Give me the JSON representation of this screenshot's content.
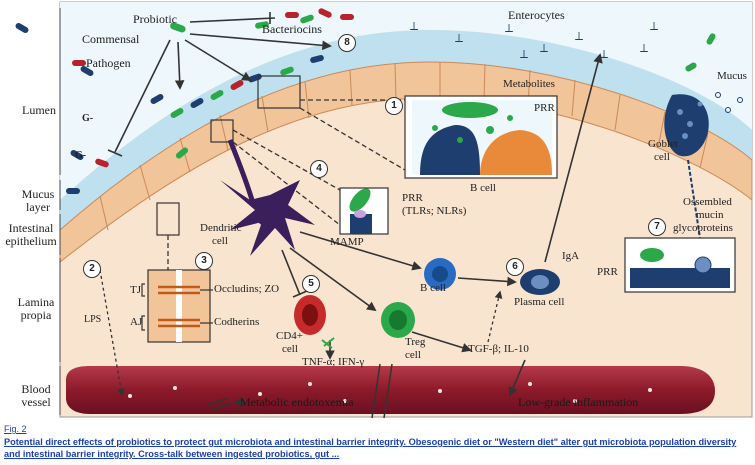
{
  "zones": {
    "lumen": "Lumen",
    "mucus_layer_1": "Mucus",
    "mucus_layer_2": "layer",
    "intestinal_epithelium_1": "Intestinal",
    "intestinal_epithelium_2": "epithelium",
    "lamina_propria_1": "Lamina",
    "lamina_propria_2": "propia",
    "blood_vessel_1": "Blood",
    "blood_vessel_2": "vessel"
  },
  "labels": {
    "probiotic": "Probiotic",
    "commensal": "Commensal",
    "pathogen": "Pathogen",
    "bacteriocins": "Bacteriocins",
    "enterocytes": "Enterocytes",
    "mucus": "Mucus",
    "metabolites": "Metabolites",
    "prr": "PRR",
    "b_cell_box": "B cell",
    "goblet_1": "Goblet",
    "goblet_2": "cell",
    "prr_tlrs_1": "PRR",
    "prr_tlrs_2": "(TLRs; NLRs)",
    "mamp": "MAMP",
    "dendritic_1": "Dendritic",
    "dendritic_2": "cell",
    "ossembled_1": "Ossembled",
    "ossembled_2": "mucin",
    "ossembled_3": "glycoproteins",
    "prr_mucin": "PRR",
    "tj": "TJ",
    "aj": "AJ",
    "occludins": "Occludins; ZO",
    "codherins": "Codherins",
    "lps": "LPS",
    "b_cell": "B cell",
    "iga": "IgA",
    "plasma_cell": "Plasma cell",
    "cd4_1": "CD4+",
    "cd4_2": "cell",
    "treg_1": "Treg",
    "treg_2": "cell",
    "tgf": "TGF-β; IL-10",
    "tnf": "TNF-α; IFN-γ",
    "metabolic_endotoxemia": "Metabolic endotoxemia",
    "low_grade": "Low-grade inflammation",
    "g_minus_1": "G-",
    "g_minus_2": "G-"
  },
  "markers": [
    "1",
    "2",
    "3",
    "4",
    "5",
    "6",
    "7",
    "8"
  ],
  "caption": {
    "fig_link": "Fig. 2",
    "text": "Potential direct effects of probiotics to protect gut microbiota and intestinal barrier integrity. Obesogenic diet or \"Western diet\" alter gut microbiota population diversity and intestinal barrier integrity. Cross-talk between ingested probiotics, gut ..."
  },
  "colors": {
    "lumen": "#eef7fb",
    "mucus": "#bfe0ee",
    "epithelium": "#f2c49a",
    "lamina": "#f9e4cf",
    "vessel": "#8c1a2a",
    "probiotic": "#2aa84a",
    "commensal": "#1d3e6e",
    "pathogen": "#b8222c",
    "caption_link": "#1a3fb0"
  }
}
